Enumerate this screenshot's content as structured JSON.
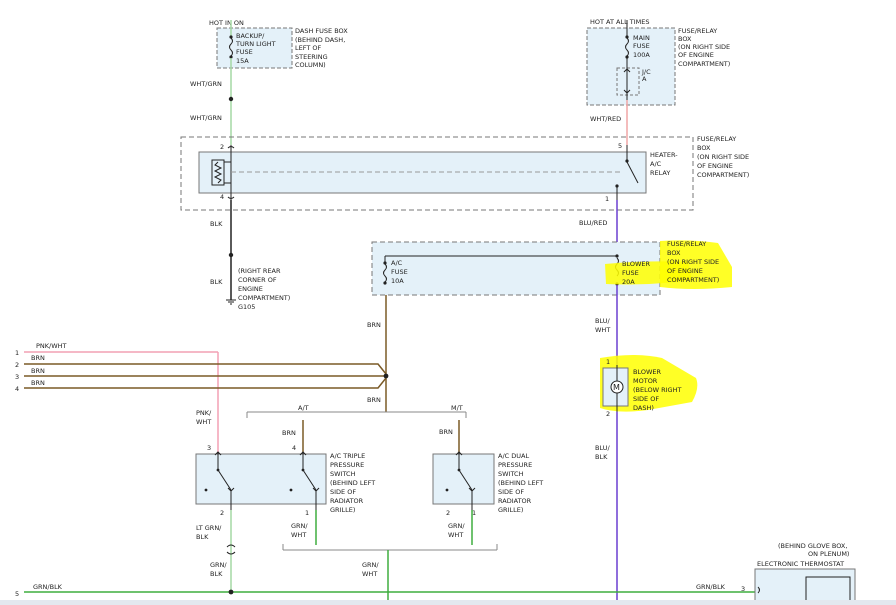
{
  "colors": {
    "wht_grn": "#a4d8a4",
    "wht_red": "#f0a6a6",
    "blk": "#222222",
    "blu_red": "#6a3fd0",
    "brn": "#7a5a26",
    "pnk_wht": "#f2a0b4",
    "grn_blk": "#3fae3f",
    "grn_wht": "#3fae3f",
    "box_fill": "#e4f1f9",
    "highlight": "#ffff00",
    "bottom_bar": "#e3e8ef"
  },
  "top_left": {
    "hot_label": "HOT IN ON",
    "fuse_name": [
      "BACKUP/",
      "TURN LIGHT",
      "FUSE",
      "15A"
    ],
    "box_desc": [
      "DASH FUSE BOX",
      "(BEHIND DASH,",
      "LEFT OF",
      "STEERING",
      "COLUMN)"
    ],
    "wire_1": "WHT/GRN",
    "wire_2": "WHT/GRN"
  },
  "top_right": {
    "hot_label": "HOT AT ALL TIMES",
    "fuse_name": [
      "MAIN",
      "FUSE",
      "100A"
    ],
    "ja_label": [
      "J/C",
      "A"
    ],
    "box_desc": [
      "FUSE/RELAY",
      "BOX",
      "(ON RIGHT SIDE",
      "OF ENGINE",
      "COMPARTMENT)"
    ],
    "wire": "WHT/RED"
  },
  "relay_box": {
    "pin_2": "2",
    "pin_4": "4",
    "pin_5": "5",
    "pin_1": "1",
    "relay_name": [
      "HEATER-",
      "A/C",
      "RELAY"
    ],
    "box_desc": [
      "FUSE/RELAY",
      "BOX",
      "(ON RIGHT SIDE",
      "OF ENGINE",
      "COMPARTMENT)"
    ]
  },
  "ground": {
    "wire_1": "BLK",
    "wire_2": "BLK",
    "desc": [
      "(RIGHT REAR",
      "CORNER OF",
      "ENGINE",
      "COMPARTMENT)",
      "G105"
    ]
  },
  "fuse_box2": {
    "wire_in": "BLU/RED",
    "ac_fuse": [
      "A/C",
      "FUSE",
      "10A"
    ],
    "blower_fuse": [
      "BLOWER",
      "FUSE",
      "20A"
    ],
    "box_desc": [
      "FUSE/RELAY",
      "BOX",
      "(ON RIGHT SIDE",
      "OF ENGINE",
      "COMPARTMENT)"
    ]
  },
  "blower": {
    "wire_in": [
      "BLU/",
      "WHT"
    ],
    "pin_1": "1",
    "pin_2": "2",
    "motor_symbol": "M",
    "desc": [
      "BLOWER",
      "MOTOR",
      "(BELOW RIGHT",
      "SIDE OF",
      "DASH)"
    ],
    "wire_out": [
      "BLU/",
      "BLK"
    ]
  },
  "left_inputs": {
    "pin_labels": [
      "1",
      "2",
      "3",
      "4"
    ],
    "wire_labels": [
      "PNK/WHT",
      "BRN",
      "BRN",
      "BRN"
    ],
    "brn_upper": "BRN",
    "brn_lower": "BRN"
  },
  "switches": {
    "at_label": "A/T",
    "mt_label": "M/T",
    "brn_left": "BRN",
    "brn_right": "BRN",
    "pnk_label": [
      "PNK/",
      "WHT"
    ],
    "triple_pin_3": "3",
    "triple_pin_4": "4",
    "triple_pin_2": "2",
    "triple_pin_1": "1",
    "triple_desc": [
      "A/C TRIPLE",
      "PRESSURE",
      "SWITCH",
      "(BEHIND LEFT",
      "SIDE OF",
      "RADIATOR",
      "GRILLE)"
    ],
    "dual_pin_2": "2",
    "dual_pin_1": "1",
    "dual_desc": [
      "A/C DUAL",
      "PRESSURE",
      "SWITCH",
      "(BEHIND LEFT",
      "SIDE OF",
      "RADIATOR",
      "GRILLE)"
    ],
    "lt_grn_blk": [
      "LT GRN/",
      "BLK"
    ],
    "grn_wht_1": [
      "GRN/",
      "WHT"
    ],
    "grn_wht_2": [
      "GRN/",
      "WHT"
    ]
  },
  "bottom": {
    "grn_blk_left": [
      "GRN/",
      "BLK"
    ],
    "grn_wht_mid": [
      "GRN/",
      "WHT"
    ],
    "pin_5": "5",
    "grn_blk_bus": "GRN/BLK",
    "grn_blk_right": "GRN/BLK",
    "pin_3": "3",
    "thermostat_desc": [
      "(BEHIND GLOVE BOX,",
      "ON PLENUM)",
      "ELECTRONIC THERMOSTAT"
    ]
  }
}
